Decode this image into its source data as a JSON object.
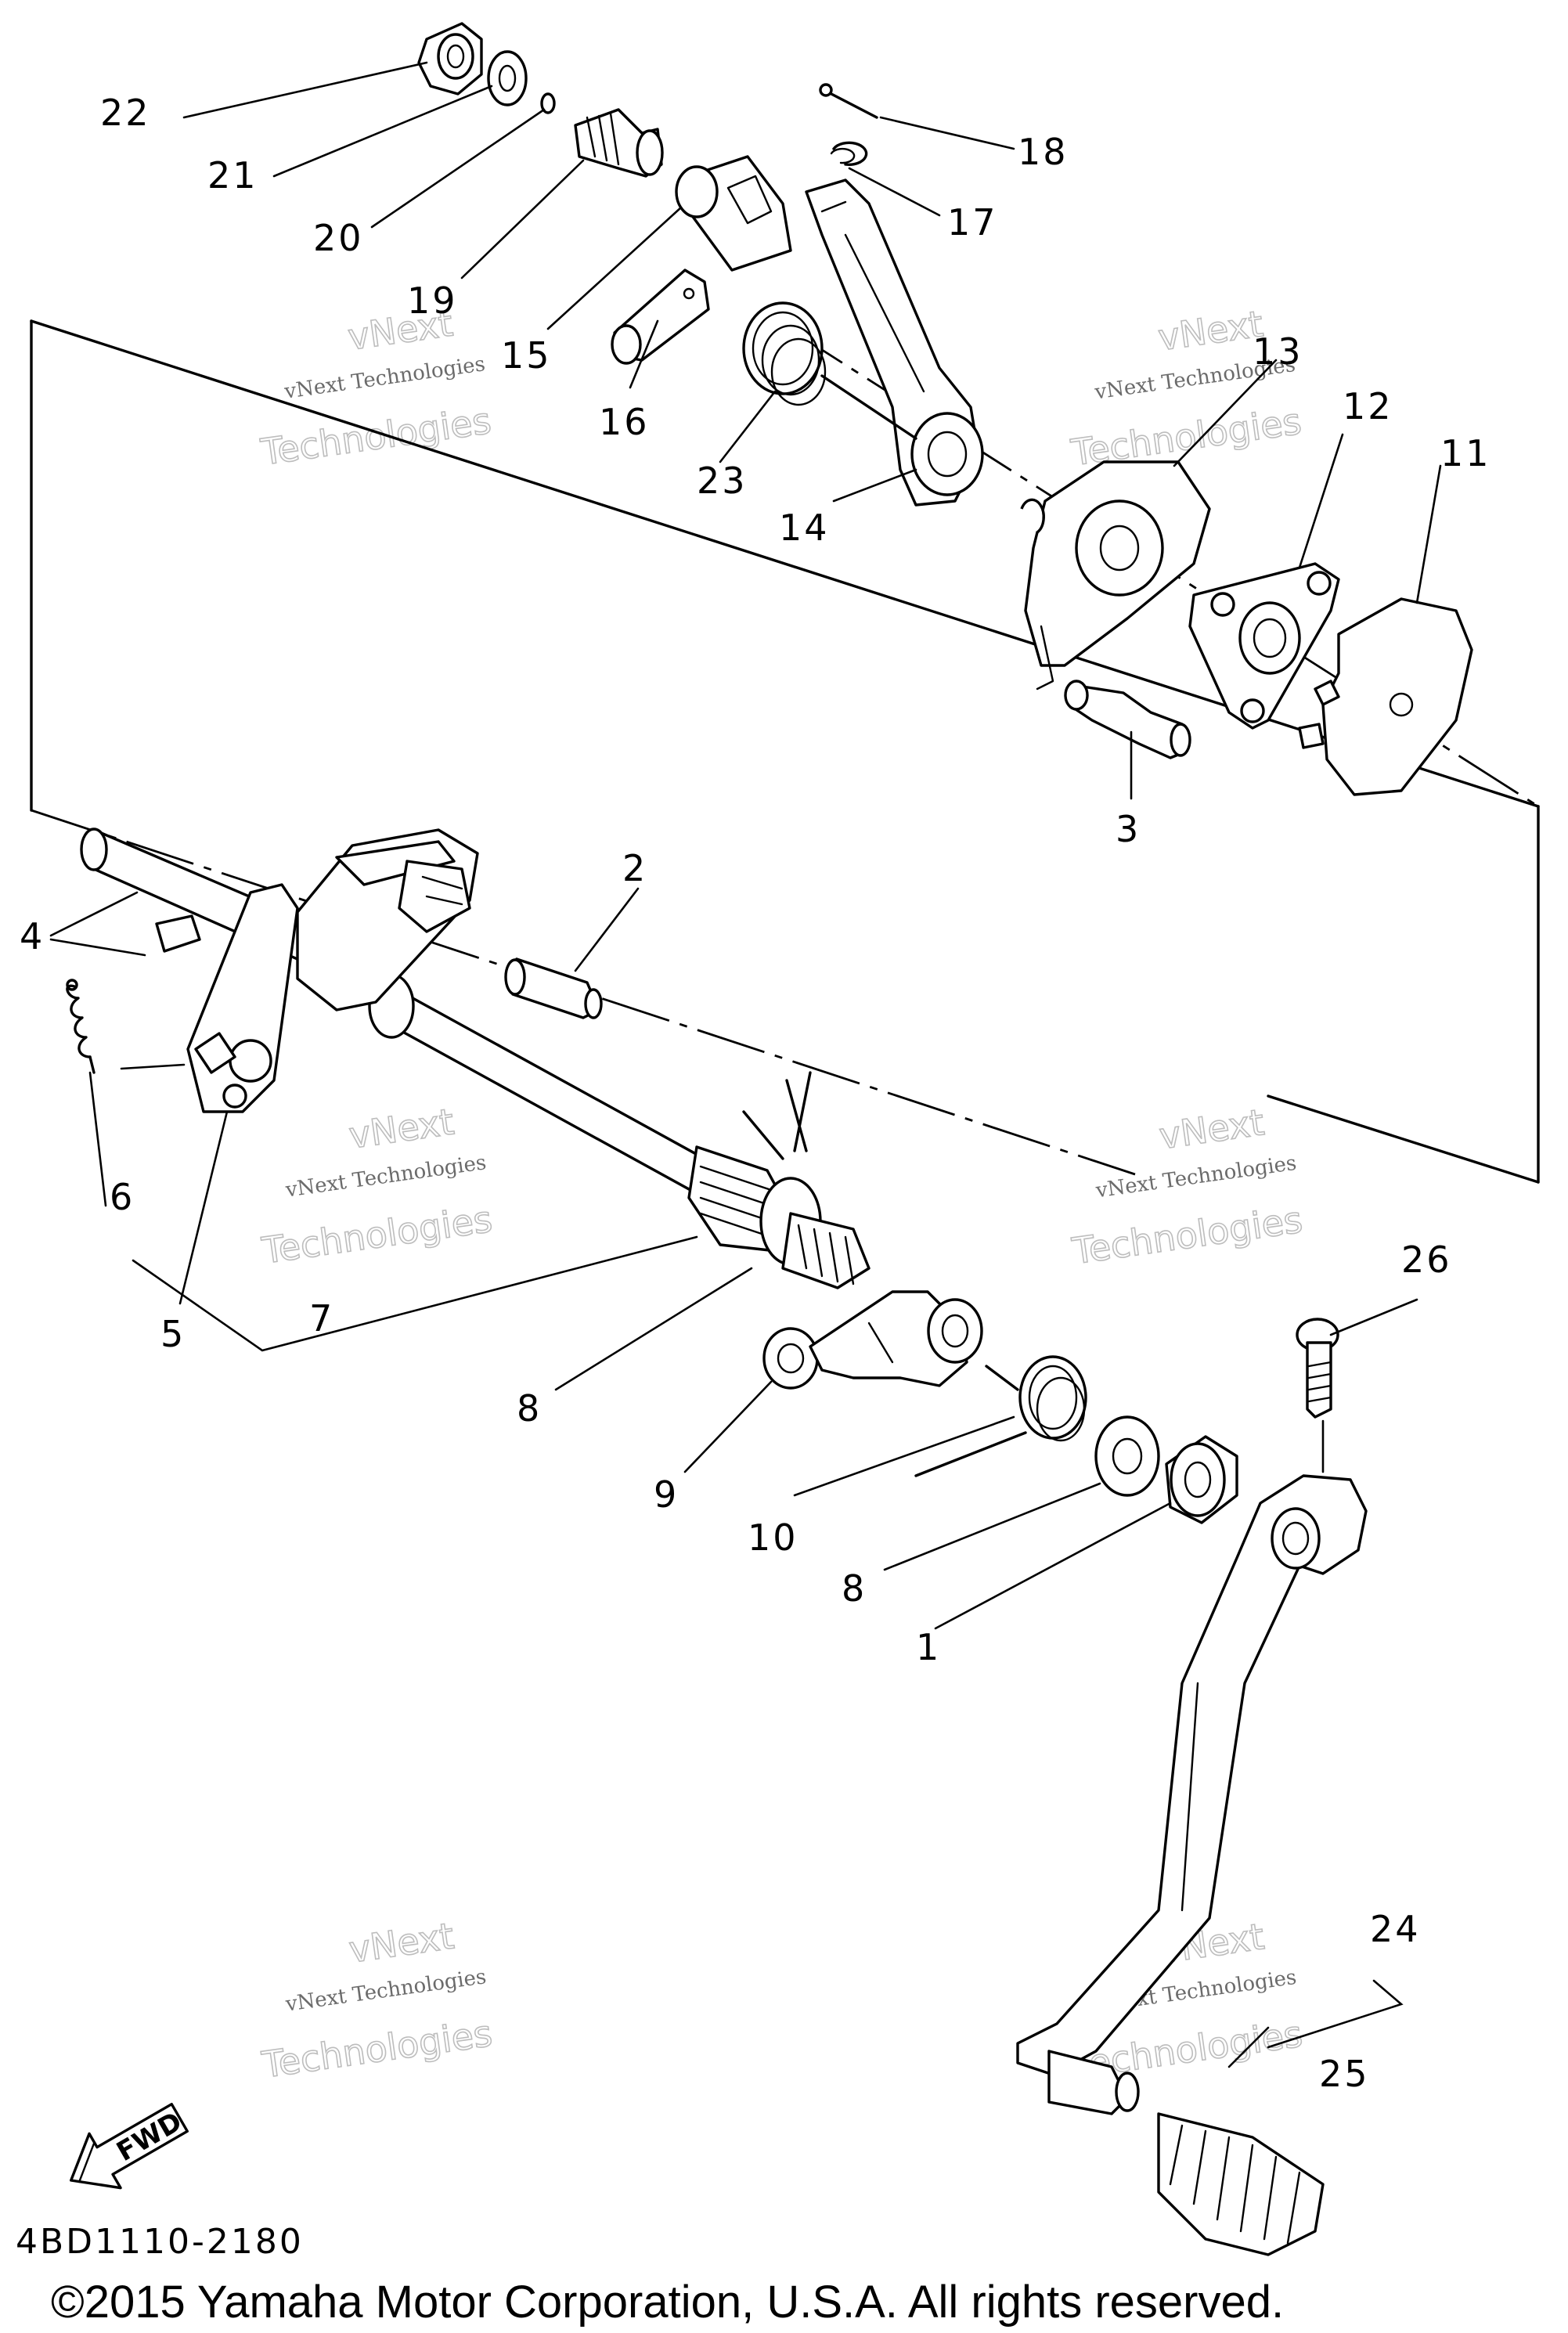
{
  "parts": [
    {
      "id": "1",
      "label": "1"
    },
    {
      "id": "2",
      "label": "2"
    },
    {
      "id": "3",
      "label": "3"
    },
    {
      "id": "4",
      "label": "4"
    },
    {
      "id": "5",
      "label": "5"
    },
    {
      "id": "6",
      "label": "6"
    },
    {
      "id": "7",
      "label": "7"
    },
    {
      "id": "8a",
      "label": "8"
    },
    {
      "id": "8b",
      "label": "8"
    },
    {
      "id": "9",
      "label": "9"
    },
    {
      "id": "10",
      "label": "10"
    },
    {
      "id": "11",
      "label": "11"
    },
    {
      "id": "12",
      "label": "12"
    },
    {
      "id": "13",
      "label": "13"
    },
    {
      "id": "14",
      "label": "14"
    },
    {
      "id": "15",
      "label": "15"
    },
    {
      "id": "16",
      "label": "16"
    },
    {
      "id": "17",
      "label": "17"
    },
    {
      "id": "18",
      "label": "18"
    },
    {
      "id": "19",
      "label": "19"
    },
    {
      "id": "20",
      "label": "20"
    },
    {
      "id": "21",
      "label": "21"
    },
    {
      "id": "22",
      "label": "22"
    },
    {
      "id": "23",
      "label": "23"
    },
    {
      "id": "24",
      "label": "24"
    },
    {
      "id": "25",
      "label": "25"
    },
    {
      "id": "26",
      "label": "26"
    }
  ],
  "watermark": {
    "line1": "vNext",
    "line2": "vNext Technologies",
    "line3": "Technologies"
  },
  "fwd_label": "FWD",
  "diagram_code": "4BD1110-2180",
  "copyright": "©2015 Yamaha Motor Corporation, U.S.A. All rights reserved."
}
